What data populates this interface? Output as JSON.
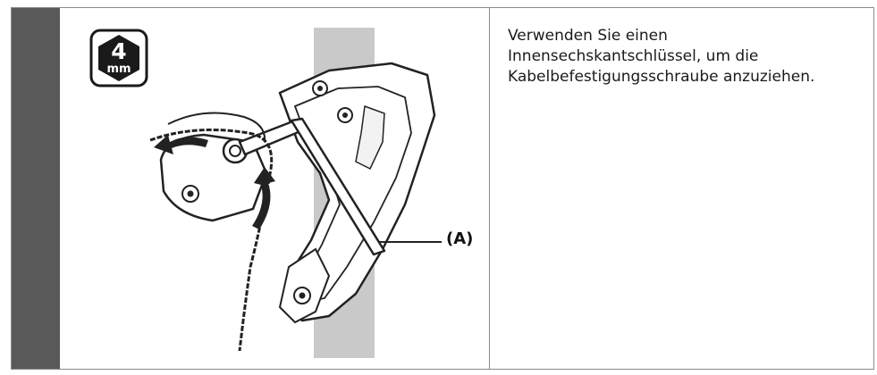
{
  "tool_badge": {
    "size": "4",
    "unit": "mm"
  },
  "callout_label": "(A)",
  "instruction_text": "Verwenden Sie einen\nInnensechskantschlüssel, um die\nKabelbefestigungsschraube anzuziehen.",
  "colors": {
    "sidebar": "#595959",
    "frame_border": "#8a8a8a",
    "frame_tube": "#c9c9c9",
    "badge": "#1a1a1a"
  },
  "icons": [
    "hex-tool-badge-icon",
    "rotate-arrow-icon",
    "hex-key-icon"
  ]
}
